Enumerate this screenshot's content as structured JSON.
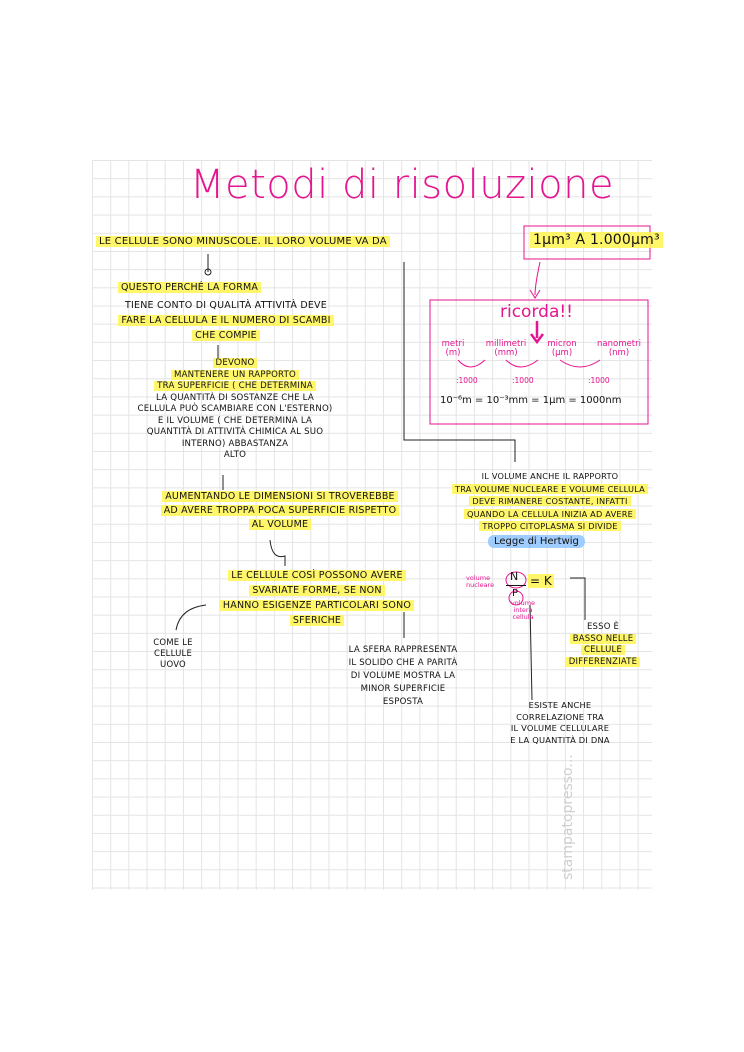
{
  "title": "Metodi di risoluzione",
  "header": {
    "line": "LE CELLULE SONO MINUSCOLE. IL LORO VOLUME VA DA",
    "range": "1μm³ A 1.000μm³"
  },
  "left": {
    "b1": "QUESTO PERCHÉ LA FORMA",
    "b2": [
      "TIENE CONTO DI QUALITÀ ATTIVITÀ DEVE",
      "FARE LA CELLULA E IL NUMERO DI SCAMBI",
      "CHE COMPIE"
    ],
    "b3": [
      "DEVONO",
      "MANTENERE UN RAPPORTO",
      "TRA SUPERFICIE ( CHE DETERMINA",
      "LA QUANTITÀ DI SOSTANZE CHE LA",
      "CELLULA PUÒ SCAMBIARE CON L'ESTERNO)",
      "E IL VOLUME ( CHE DETERMINA LA",
      "QUANTITÀ DI ATTIVITÀ CHIMICA AL SUO",
      "INTERNO) ABBASTANZA",
      "ALTO"
    ],
    "b4": [
      "AUMENTANDO LE DIMENSIONI SI TROVEREBBE",
      "AD AVERE TROPPA POCA SUPERFICIE RISPETTO",
      "AL VOLUME"
    ],
    "b5": [
      "LE CELLULE COSÌ POSSONO AVERE",
      "SVARIATE FORME, SE NON",
      "HANNO ESIGENZE PARTICOLARI SONO",
      "SFERICHE"
    ],
    "b6": [
      "COME LE",
      "CELLULE",
      "UOVO"
    ],
    "b7": [
      "LA SFERA RAPPRESENTA",
      "IL SOLIDO CHE A PARITÀ",
      "DI VOLUME MOSTRA LA",
      "MINOR SUPERFICIE",
      "ESPOSTA"
    ]
  },
  "box": {
    "title": "ricorda!!",
    "units": [
      "metri (m)",
      "millimetri (mm)",
      "micron (μm)",
      "nanometri (nm)"
    ],
    "divs": [
      ":1000",
      ":1000",
      ":1000"
    ],
    "eq": "10⁻⁶m = 10⁻³mm = 1μm = 1000nm"
  },
  "right": {
    "r1": [
      "IL VOLUME ANCHE IL RAPPORTO",
      "TRA VOLUME NUCLEARE E VOLUME CELLULA",
      "DEVE RIMANERE COSTANTE, INFATTI",
      "QUANDO LA CELLULA INIZIA AD AVERE",
      "TROPPO CITOPLASMA SI DIVIDE"
    ],
    "hertwig": "Legge di Hertwig",
    "formula": {
      "left_note": "volume nucleare",
      "num": "N",
      "den": "P",
      "eq": "= K",
      "bottom_note": "volume intera cellula"
    },
    "r2": [
      "ESSO È",
      "BASSO NELLE",
      "CELLULE",
      "DIFFERENZIATE"
    ],
    "r3": [
      "ESISTE ANCHE",
      "CORRELAZIONE TRA",
      "IL VOLUME CELLULARE",
      "E LA QUANTITÀ DI DNA"
    ]
  },
  "watermark": "stampatopresso..."
}
